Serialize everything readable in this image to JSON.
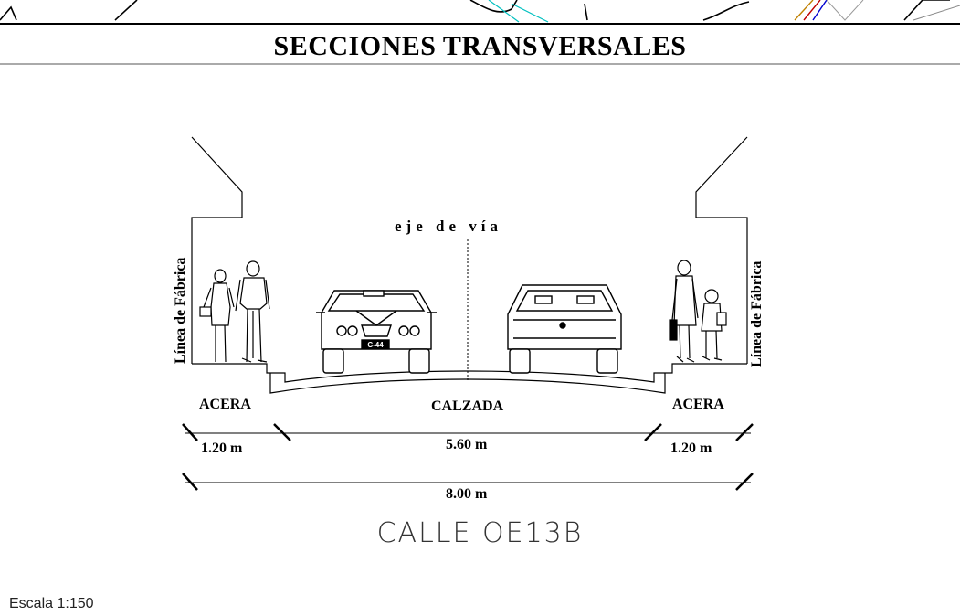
{
  "title": "SECCIONES TRANSVERSALES",
  "axis_label": "eje de vía",
  "facade_line_label": "Línea de Fábrica",
  "zones": {
    "sidewalk_left": "ACERA",
    "roadway": "CALZADA",
    "sidewalk_right": "ACERA"
  },
  "dimensions": {
    "sidewalk_left": "1.20 m",
    "roadway": "5.60 m",
    "sidewalk_right": "1.20 m",
    "total": "8.00 m"
  },
  "street_name": "CALLE OE13B",
  "scale": "Escala 1:150",
  "car_plate": "C-44"
}
